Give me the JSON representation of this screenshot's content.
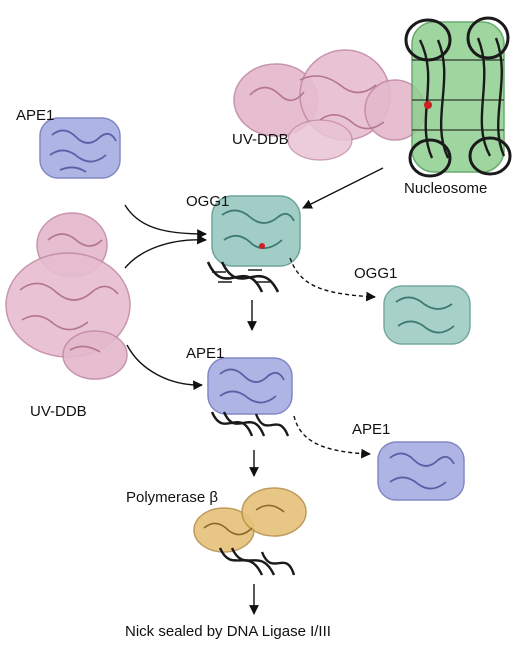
{
  "labels": {
    "ape1_top_left": "APE1",
    "uvddb_top": "UV-DDB",
    "nucleosome": "Nucleosome",
    "ogg1_center": "OGG1",
    "ogg1_released": "OGG1",
    "uvddb_left": "UV-DDB",
    "ape1_center": "APE1",
    "ape1_released": "APE1",
    "polymerase": "Polymerase β",
    "final_step": "Nick sealed by DNA Ligase I/III"
  },
  "colors": {
    "ape1": "#aab0e2",
    "uvddb": "#e4b8cc",
    "nucleosome_protein": "#8fd08f",
    "ogg1": "#98c8c0",
    "polymerase": "#e6c27a",
    "dna": "#1a1a1a",
    "arrow": "#111111"
  },
  "arrows": [
    {
      "from": "APE1 (top left)",
      "to": "OGG1",
      "style": "solid"
    },
    {
      "from": "UV-DDB (left)",
      "to": "OGG1",
      "style": "solid"
    },
    {
      "from": "Nucleosome",
      "to": "OGG1",
      "style": "solid"
    },
    {
      "from": "OGG1",
      "to": "OGG1 (released)",
      "style": "dashed"
    },
    {
      "from": "OGG1",
      "to": "APE1",
      "style": "solid"
    },
    {
      "from": "UV-DDB (left)",
      "to": "APE1",
      "style": "solid"
    },
    {
      "from": "APE1",
      "to": "APE1 (released)",
      "style": "dashed"
    },
    {
      "from": "APE1",
      "to": "Polymerase β",
      "style": "solid"
    },
    {
      "from": "Polymerase β",
      "to": "Nick sealed by DNA Ligase I/III",
      "style": "solid"
    }
  ]
}
